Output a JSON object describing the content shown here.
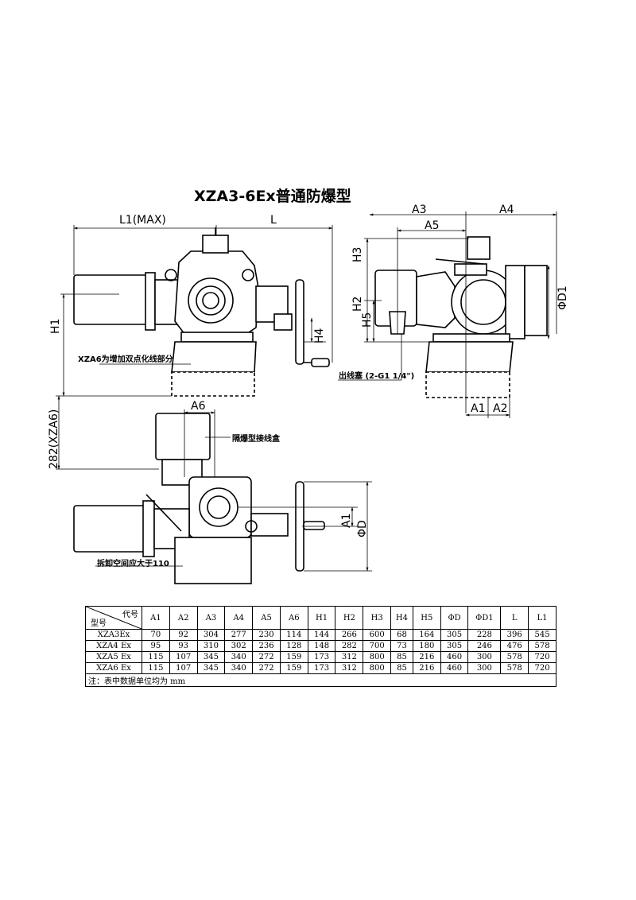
{
  "title": "XZA3-6Ex普通防爆型",
  "dimension_labels": {
    "l1": "L1(MAX)",
    "l": "L",
    "h1": "H1",
    "h4": "H4",
    "a3": "A3",
    "a4": "A4",
    "a5": "A5",
    "h3": "H3",
    "h2": "H2",
    "h5": "H5",
    "d1": "ΦD1",
    "a1": "A1",
    "a2": "A2",
    "a6": "A6",
    "h282": "282(XZA6)",
    "a1_bottom": "A1",
    "d": "ΦD"
  },
  "notes": {
    "xza6": "XZA6为增加双点化线部分",
    "outlet": "出线塞 (2-G1 1/4\")",
    "junction": "隔爆型接线盒",
    "disassembly": "拆卸空间应大于110"
  },
  "table": {
    "corner_top": "代号",
    "corner_bottom": "型号",
    "headers": [
      "A1",
      "A2",
      "A3",
      "A4",
      "A5",
      "A6",
      "H1",
      "H2",
      "H3",
      "H4",
      "H5",
      "ΦD",
      "ΦD1",
      "L",
      "L1"
    ],
    "rows": [
      {
        "model": "XZA3Ex",
        "values": [
          "70",
          "92",
          "304",
          "277",
          "230",
          "114",
          "144",
          "266",
          "600",
          "68",
          "164",
          "305",
          "228",
          "396",
          "545"
        ]
      },
      {
        "model": "XZA4 Ex",
        "values": [
          "95",
          "93",
          "310",
          "302",
          "236",
          "128",
          "148",
          "282",
          "700",
          "73",
          "180",
          "305",
          "246",
          "476",
          "578"
        ]
      },
      {
        "model": "XZA5 Ex",
        "values": [
          "115",
          "107",
          "345",
          "340",
          "272",
          "159",
          "173",
          "312",
          "800",
          "85",
          "216",
          "460",
          "300",
          "578",
          "720"
        ]
      },
      {
        "model": "XZA6 Ex",
        "values": [
          "115",
          "107",
          "345",
          "340",
          "272",
          "159",
          "173",
          "312",
          "800",
          "85",
          "216",
          "460",
          "300",
          "578",
          "720"
        ]
      }
    ],
    "footnote": "注：表中数据单位均为 mm"
  }
}
